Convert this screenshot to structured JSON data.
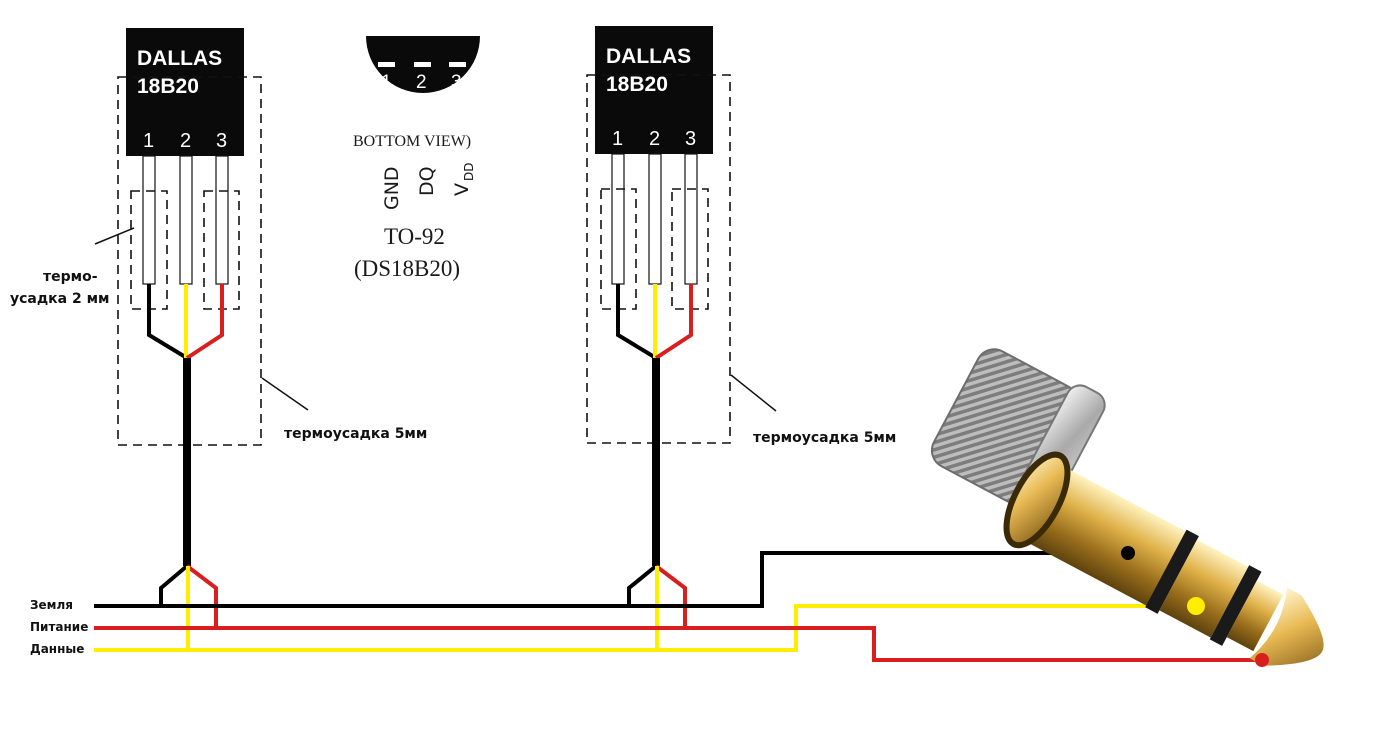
{
  "sensors": [
    {
      "brand": "DALLAS",
      "model": "18B20",
      "pins": [
        "1",
        "2",
        "3"
      ]
    },
    {
      "brand": "DALLAS",
      "model": "18B20",
      "pins": [
        "1",
        "2",
        "3"
      ]
    }
  ],
  "package": {
    "pins": [
      "1",
      "2",
      "3"
    ],
    "view_label": "BOTTOM VIEW)",
    "pin_names": {
      "gnd": "GND",
      "dq": "DQ",
      "vdd": "V",
      "vdd_sub": "DD"
    },
    "package_name": "TO-92",
    "part_name": "(DS18B20)"
  },
  "labels": {
    "shrink_2mm_line1": "термо-",
    "shrink_2mm_line2": "усадка 2 мм",
    "shrink_5mm_left": "термоусадка 5мм",
    "shrink_5mm_right": "термоусадка 5мм"
  },
  "bus": {
    "ground": "Земля",
    "power": "Питание",
    "data": "Данные"
  },
  "colors": {
    "ground_wire": "#000000",
    "power_wire": "#d91e1e",
    "data_wire": "#ffee00",
    "chip_body": "#0a0a0a",
    "plug_gold": "#d4a437"
  }
}
